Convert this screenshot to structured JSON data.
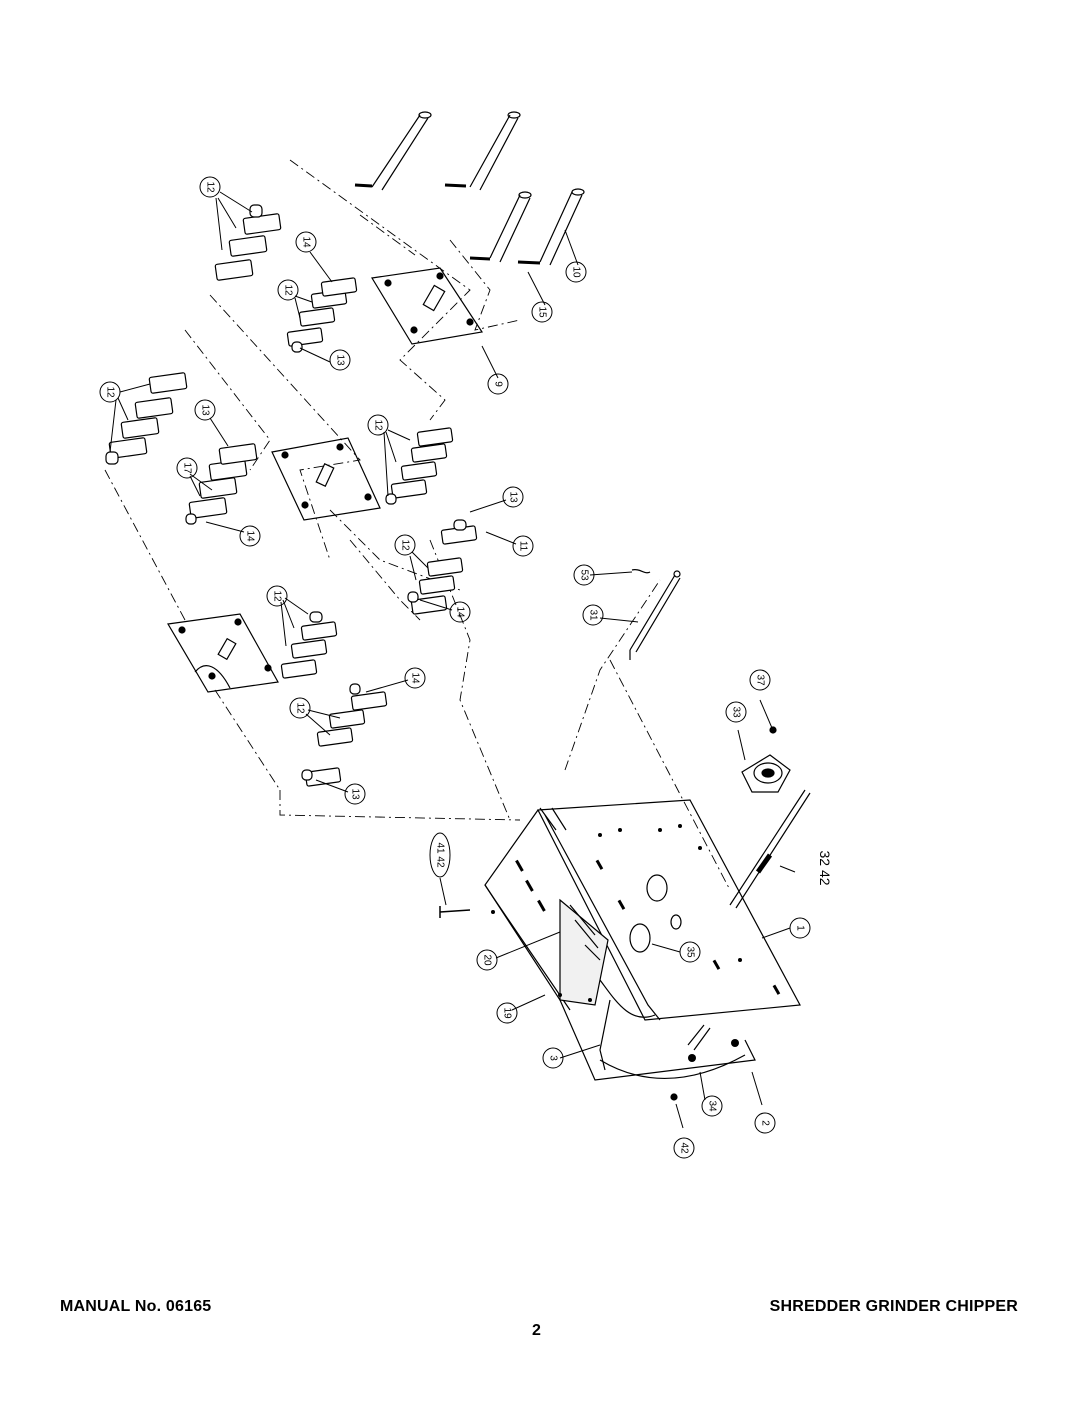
{
  "footer": {
    "manual_label": "MANUAL No. 06165",
    "product_title": "SHREDDER GRINDER CHIPPER",
    "page_number": "2"
  },
  "diagram": {
    "callouts": [
      "12",
      "14",
      "12",
      "13",
      "9",
      "15",
      "10",
      "12",
      "13",
      "17",
      "14",
      "12",
      "13",
      "11",
      "12",
      "14",
      "53",
      "31",
      "12",
      "14",
      "12",
      "13",
      "33",
      "37",
      "41 42",
      "20",
      "35",
      "1",
      "19",
      "3",
      "34",
      "2",
      "42"
    ],
    "side_label": "32 42"
  }
}
